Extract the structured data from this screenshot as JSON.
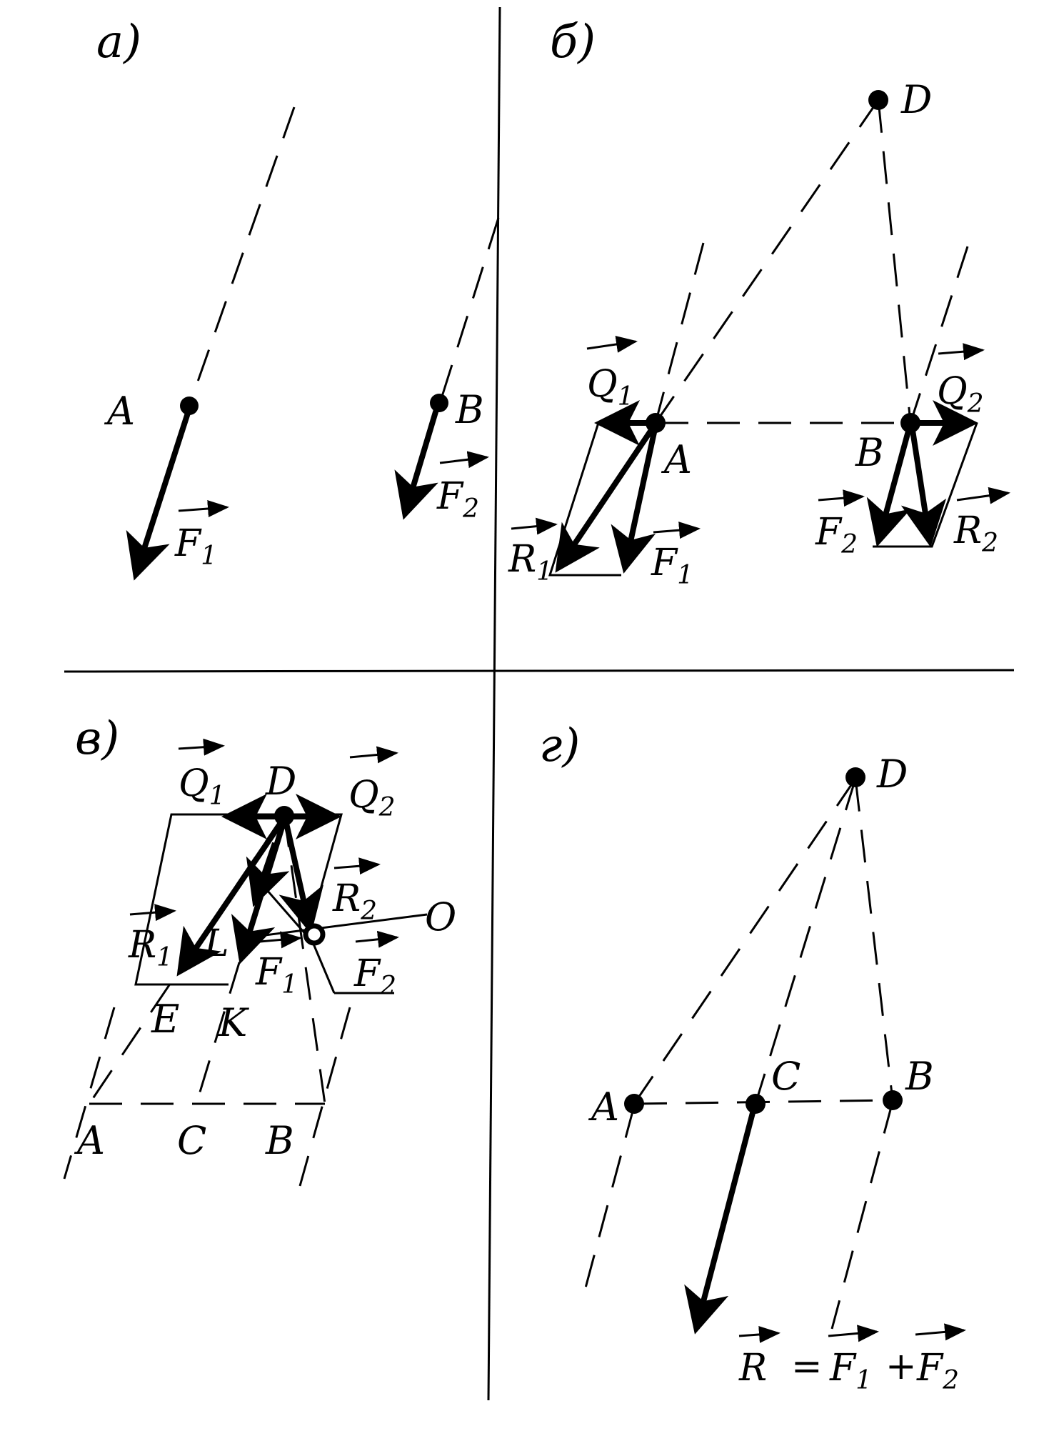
{
  "panels": {
    "a": {
      "label": "а)"
    },
    "b": {
      "label": "б)"
    },
    "v": {
      "label": "в)"
    },
    "g": {
      "label": "г)"
    }
  },
  "points": {
    "A": "A",
    "B": "B",
    "C": "C",
    "D": "D",
    "E": "E",
    "K": "K",
    "L": "L",
    "O": "O"
  },
  "vectors": {
    "F": "F",
    "Q": "Q",
    "R": "R",
    "sub1": "1",
    "sub2": "2"
  },
  "equation": {
    "lhs": "R",
    "eq": "=",
    "t1": "F",
    "s1": "1",
    "plus": "+",
    "t2": "F",
    "s2": "2"
  }
}
